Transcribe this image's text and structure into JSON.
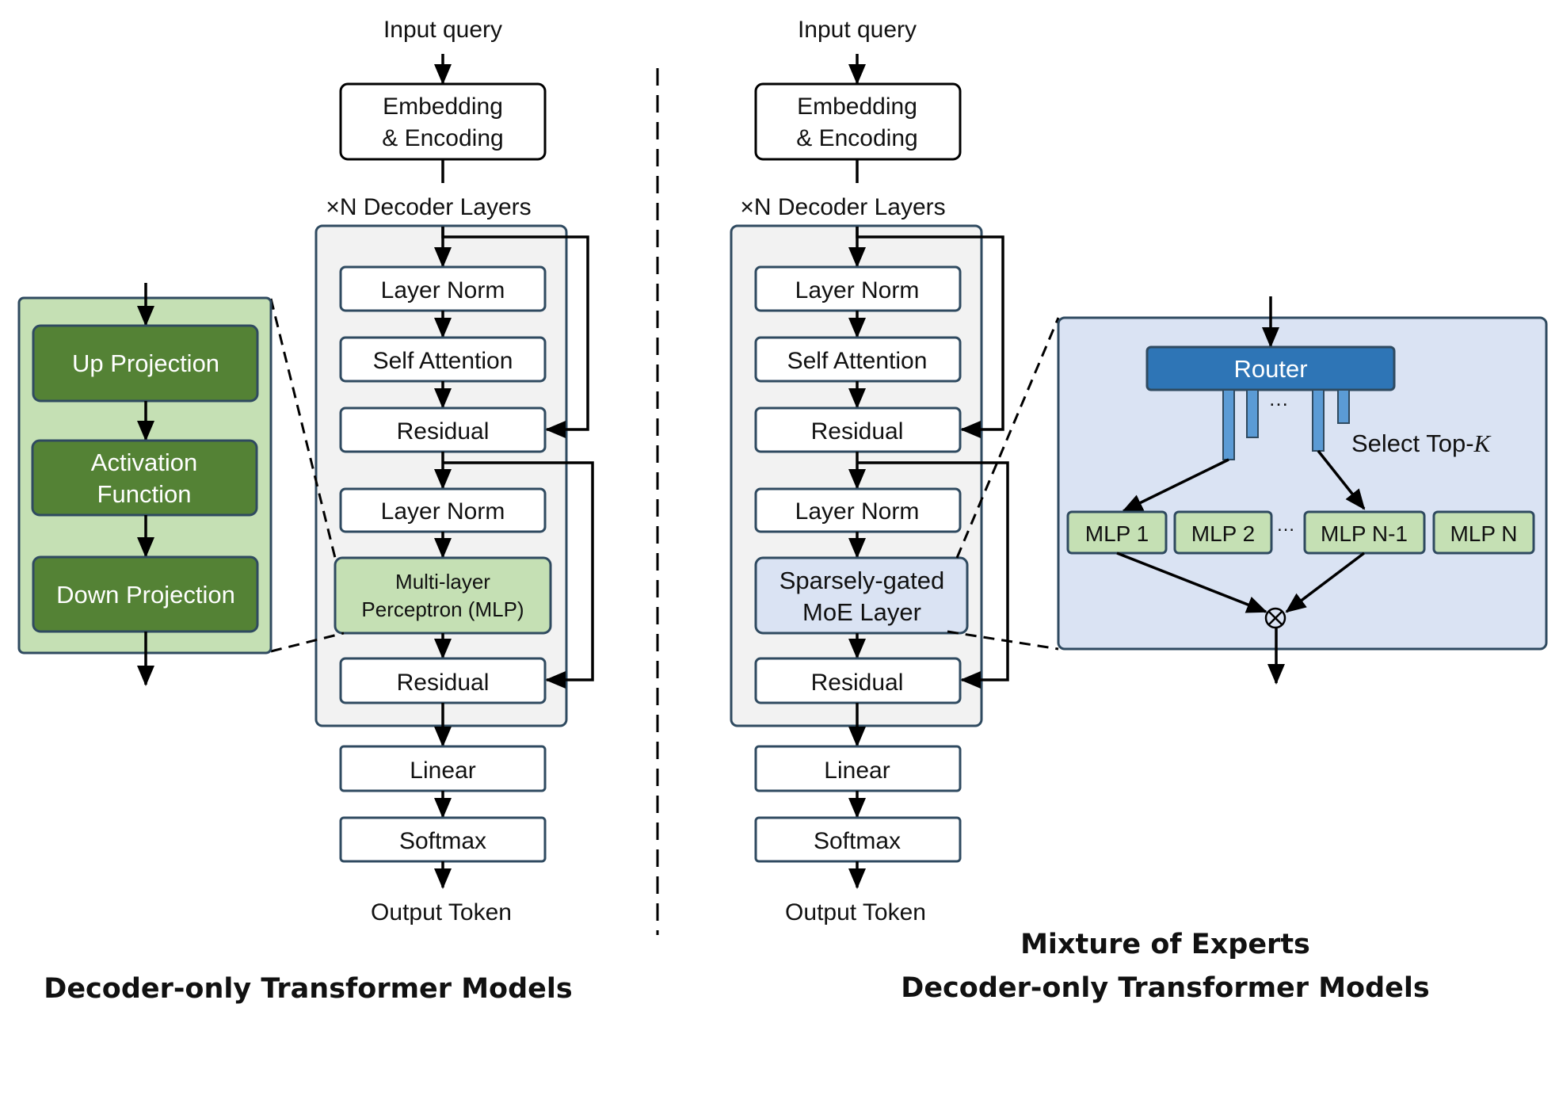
{
  "colors": {
    "box_border": "#2f4a60",
    "container_fill": "#f2f2f2",
    "mlp_light_green": "#c5e0b4",
    "mlp_dark_green": "#548235",
    "moe_light_blue": "#dae3f3",
    "router_blue": "#2e75b6",
    "gate_bar_blue": "#5b9bd5"
  },
  "left": {
    "input_label": "Input query",
    "embedding": [
      "Embedding",
      "& Encoding"
    ],
    "decoder_label": "×N Decoder Layers",
    "layers": {
      "layer_norm_1": "Layer Norm",
      "self_attention": "Self Attention",
      "residual_1": "Residual",
      "layer_norm_2": "Layer Norm",
      "mlp": [
        "Multi-layer",
        "Perceptron (MLP)"
      ],
      "residual_2": "Residual"
    },
    "linear": "Linear",
    "softmax": "Softmax",
    "output_label": "Output Token",
    "mlp_detail": {
      "up": "Up Projection",
      "activation": [
        "Activation",
        "Function"
      ],
      "down": "Down Projection"
    },
    "title": "Decoder-only Transformer Models"
  },
  "right": {
    "input_label": "Input query",
    "embedding": [
      "Embedding",
      "& Encoding"
    ],
    "decoder_label": "×N Decoder Layers",
    "layers": {
      "layer_norm_1": "Layer Norm",
      "self_attention": "Self Attention",
      "residual_1": "Residual",
      "layer_norm_2": "Layer Norm",
      "moe": [
        "Sparsely-gated",
        "MoE Layer"
      ],
      "residual_2": "Residual"
    },
    "linear": "Linear",
    "softmax": "Softmax",
    "output_label": "Output Token",
    "moe_detail": {
      "router": "Router",
      "select_prefix": "Select Top-",
      "select_k": "K",
      "ellipsis": "…",
      "experts": [
        "MLP 1",
        "MLP 2",
        "MLP N-1",
        "MLP N"
      ],
      "combine_symbol": "⊗"
    },
    "title": [
      "Mixture of Experts",
      "Decoder-only Transformer Models"
    ]
  }
}
